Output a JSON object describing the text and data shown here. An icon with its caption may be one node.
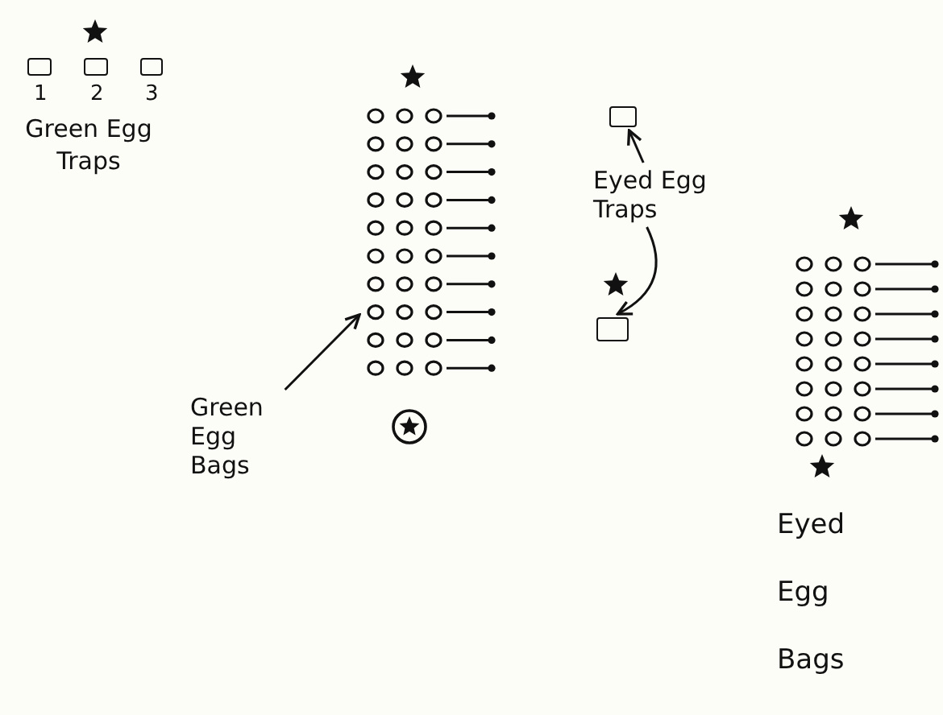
{
  "diagram": {
    "nodes": [
      {
        "text": [],
        "shape": "box",
        "beside": [
          "1"
        ]
      },
      {
        "text": [],
        "shape": "box",
        "beside": [
          "2"
        ]
      },
      {
        "text": [],
        "shape": "box",
        "beside": [
          "3"
        ]
      },
      {
        "text": [
          "Eyed Egg Traps"
        ]
      },
      {
        "text": [],
        "shape": "box"
      },
      {
        "text": [],
        "shape": "box"
      },
      {
        "text": [
          "Green Egg Bags"
        ]
      },
      {
        "text": [],
        "shape": "picture"
      }
    ],
    "edges": [
      {
        "from": 3,
        "to": 4,
        "arrow": "to"
      },
      {
        "from": 3,
        "to": 5,
        "arrow": "to"
      },
      {
        "from": 6,
        "to": 7,
        "arrow": "to"
      }
    ],
    "labels": [
      "Green Egg Traps",
      "Eyed Egg Bags"
    ]
  }
}
